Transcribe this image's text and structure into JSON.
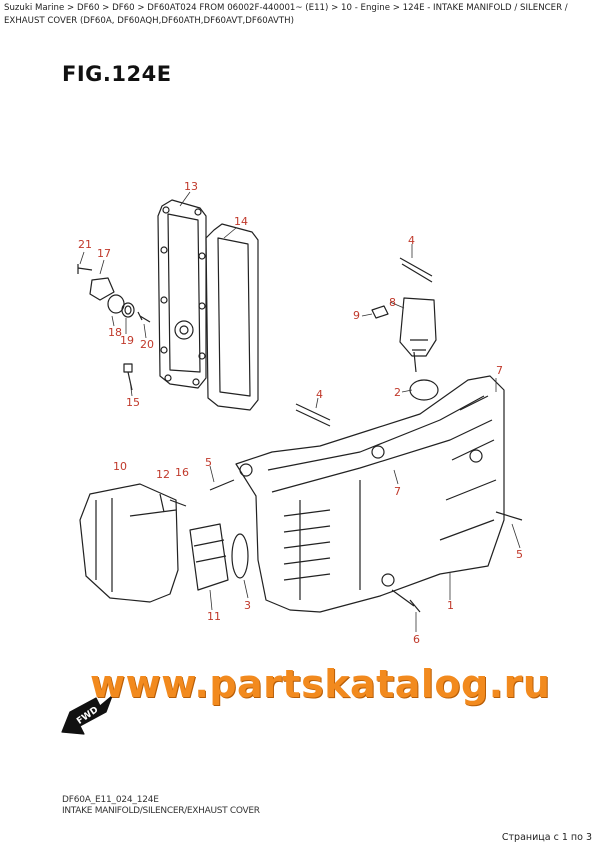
{
  "breadcrumb": "Suzuki Marine > DF60 > DF60 > DF60AT024 FROM 06002F-440001~ (E11) > 10 - Engine > 124E - INTAKE MANIFOLD / SILENCER / EXHAUST COVER (DF60A, DF60AQH,DF60ATH,DF60AVT,DF60AVTH)",
  "figure_title": "FIG.124E",
  "callouts": [
    "13",
    "14",
    "21",
    "17",
    "18",
    "19",
    "20",
    "15",
    "4",
    "8",
    "9",
    "2",
    "7",
    "4",
    "10",
    "12",
    "16",
    "5",
    "7",
    "11",
    "3",
    "5",
    "1",
    "6"
  ],
  "watermark": "www.partskatalog.ru",
  "fwd_label": "FWD",
  "footer": {
    "code": "DF60A_E11_024_124E",
    "description": "INTAKE MANIFOLD/SILENCER/EXHAUST COVER"
  },
  "page_indicator": "Страница с 1 по 3",
  "colors": {
    "callout": "#c0392b",
    "watermark": "#f28a1e",
    "line": "#222222"
  }
}
